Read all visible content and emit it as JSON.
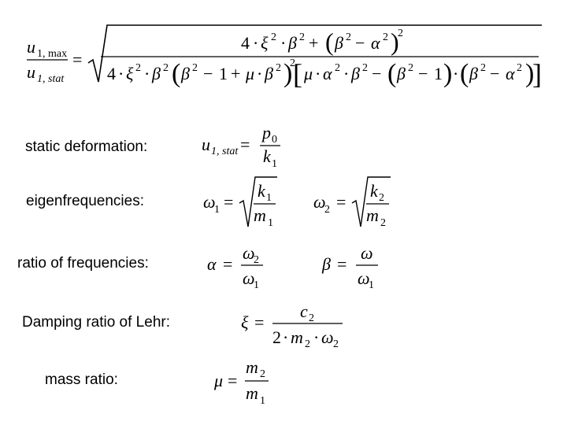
{
  "main_formula": {
    "lhs_num": "u",
    "lhs_num_sub": "1, max",
    "lhs_den": "u",
    "lhs_den_sub": "1, stat",
    "equals": "=",
    "four": "4",
    "xi": "ξ",
    "beta": "β",
    "alpha": "α",
    "mu": "μ",
    "exp2": "2",
    "one": "1",
    "plus": "+",
    "minus": "−",
    "dot": "·"
  },
  "labels": {
    "static_deformation": "static deformation:",
    "eigenfrequencies": "eigenfrequencies:",
    "ratio_of_frequencies": "ratio of frequencies:",
    "damping_ratio": "Damping ratio of Lehr:",
    "mass_ratio": "mass ratio:"
  },
  "symbols": {
    "u": "u",
    "sub_1_stat": "1, stat",
    "p": "p",
    "sub_0": "0",
    "k": "k",
    "sub_1": "1",
    "sub_2": "2",
    "m": "m",
    "omega": "ω",
    "c": "c",
    "two": "2",
    "equals": "=",
    "dot": "·",
    "xi": "ξ",
    "alpha": "α",
    "beta": "β",
    "mu": "μ"
  }
}
